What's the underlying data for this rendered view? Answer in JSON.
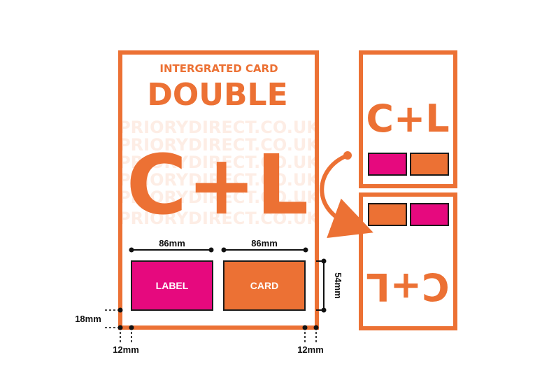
{
  "main_sheet": {
    "subtitle": "INTERGRATED CARD",
    "title": "DOUBLE",
    "big_label": "C+L",
    "watermark": "PRIORYDIRECT.CO.UK",
    "label_text": "LABEL",
    "card_text": "CARD"
  },
  "dimensions": {
    "label_width": "86mm",
    "card_width": "86mm",
    "card_height": "54mm",
    "top_margin": "18mm",
    "left_margin": "12mm",
    "right_margin": "12mm"
  },
  "folded_views": {
    "top_label": "C+L",
    "bottom_label": "C+L"
  },
  "colors": {
    "orange": "#ec7134",
    "pink": "#e6097e",
    "outline": "#1a1a1a"
  },
  "icons": {
    "fold_arrow": "curved-arrow-icon"
  }
}
